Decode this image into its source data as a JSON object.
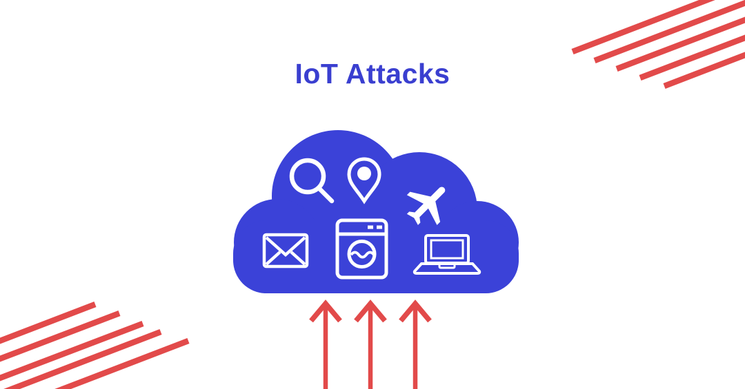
{
  "title": "IoT Attacks",
  "colors": {
    "bg": "#FFFFFF",
    "blue": "#3B42D8",
    "titleBlue": "#3A3FD0",
    "red": "#E24A4A",
    "white": "#FFFFFF"
  },
  "cloud": {
    "description": "blue cloud containing IoT device icons",
    "icons": [
      {
        "name": "search-icon"
      },
      {
        "name": "location-pin-icon"
      },
      {
        "name": "airplane-icon"
      },
      {
        "name": "mail-envelope-icon"
      },
      {
        "name": "washing-machine-icon"
      },
      {
        "name": "laptop-icon"
      }
    ]
  },
  "decorations": {
    "attack_arrow_count": 3,
    "top_right_stripe_count": 5,
    "bottom_left_stripe_count": 5
  }
}
